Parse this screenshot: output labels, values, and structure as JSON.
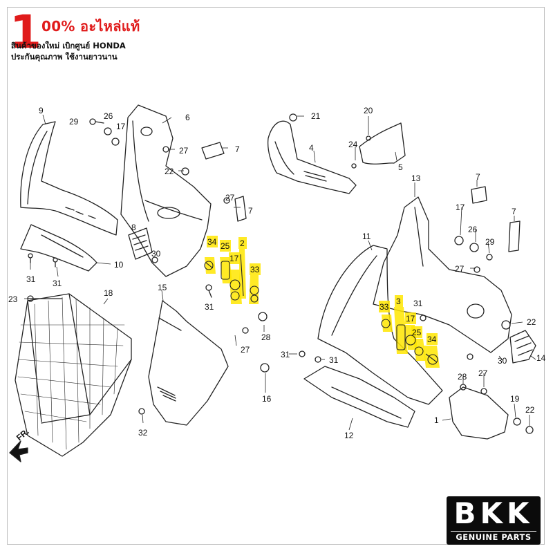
{
  "banner": {
    "big_digit": "1",
    "headline": "00% อะไหล่แท้",
    "line2": "สินค้าของใหม่ เบิกศูนย์ HONDA",
    "line3": "ประกันคุณภาพ ใช้งานยาวนาน"
  },
  "diagram": {
    "direction_label": "FR.",
    "highlight_color": "#ffe600",
    "part_numbers": [
      "1",
      "2",
      "3",
      "4",
      "5",
      "6",
      "7",
      "8",
      "9",
      "10",
      "11",
      "12",
      "13",
      "14",
      "15",
      "16",
      "17",
      "18",
      "19",
      "20",
      "21",
      "22",
      "23",
      "24",
      "25",
      "26",
      "27",
      "28",
      "29",
      "30",
      "31",
      "32",
      "33",
      "34"
    ],
    "callouts": {
      "c9": "9",
      "c29a": "29",
      "c26a": "26",
      "c17a": "17",
      "c6": "6",
      "c27a": "27",
      "c7a": "7",
      "c22a": "22",
      "c8": "8",
      "c27b": "27",
      "c7b": "7",
      "c10": "10",
      "c31a": "31",
      "c31b": "31",
      "c30a": "30",
      "c34a": "34",
      "c25a": "25",
      "c17b": "17",
      "c2": "2",
      "c33a": "33",
      "c31c": "31",
      "c23": "23",
      "c18": "18",
      "c15": "15",
      "c27c": "27",
      "c28a": "28",
      "c31d": "31",
      "c31e": "31",
      "c16": "16",
      "c32": "32",
      "c21": "21",
      "c20": "20",
      "c4": "4",
      "c24": "24",
      "c5": "5",
      "c13": "13",
      "c7c": "7",
      "c7d": "7",
      "c17c": "17",
      "c26b": "26",
      "c29b": "29",
      "c11": "11",
      "c27d": "27",
      "c33b": "33",
      "c3": "3",
      "c31f": "31",
      "c17d": "17",
      "c25b": "25",
      "c34b": "34",
      "c22b": "22",
      "c14": "14",
      "c30b": "30",
      "c28b": "28",
      "c27e": "27",
      "c19": "19",
      "c22c": "22",
      "c1": "1",
      "c12": "12"
    }
  },
  "logo": {
    "brand": "BKK",
    "tagline": "GENUINE PARTS"
  }
}
